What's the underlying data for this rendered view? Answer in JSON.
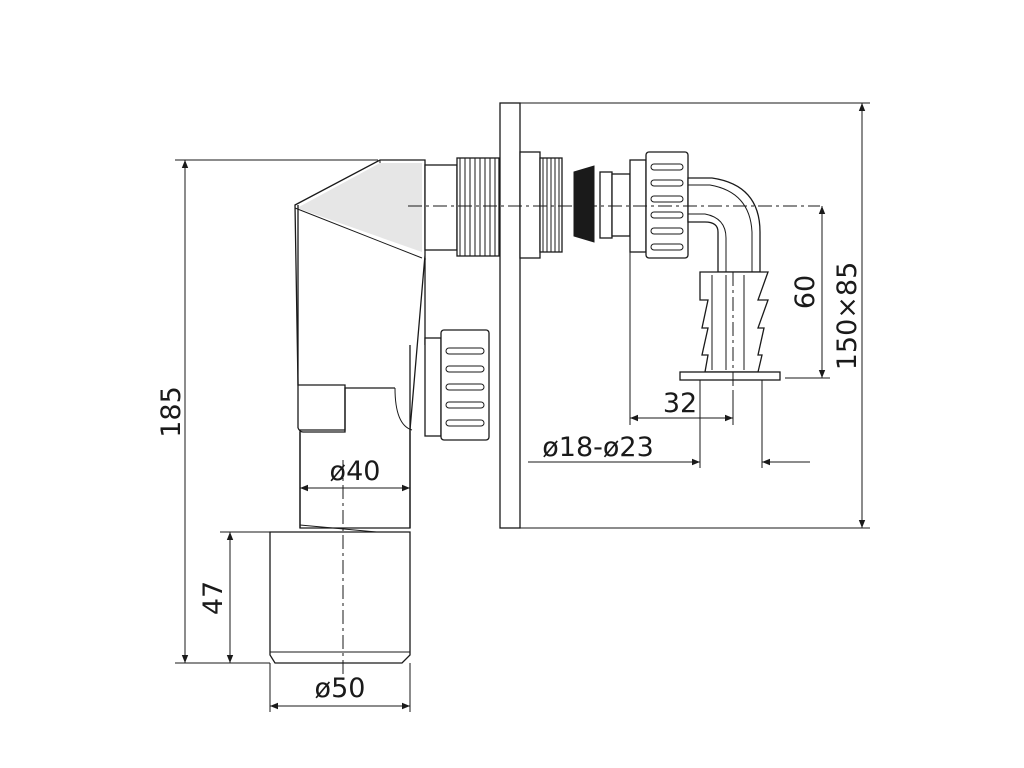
{
  "dimensions": {
    "total_height": "185",
    "outlet_height": "47",
    "outlet_diameter": "ø50",
    "inner_diameter": "ø40",
    "hose_offset": "32",
    "hose_diameter": "ø18-ø23",
    "hose_height": "60",
    "plate_size": "150×85"
  },
  "colors": {
    "line": "#1a1a1a",
    "background": "#ffffff"
  }
}
